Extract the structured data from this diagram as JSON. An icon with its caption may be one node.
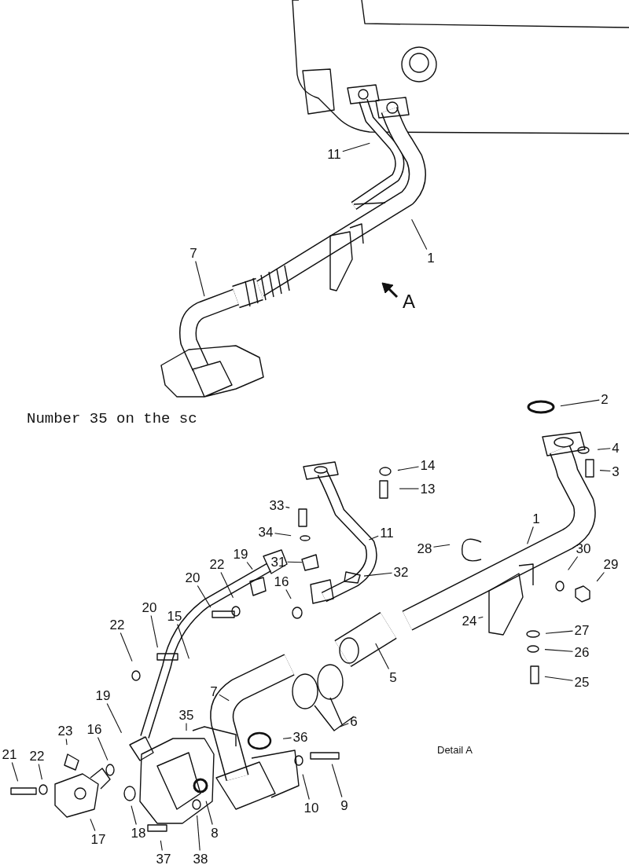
{
  "diagram": {
    "nodes": [
      {
        "text": [
          "11"
        ]
      },
      {
        "text": [
          "1"
        ]
      },
      {
        "text": [
          "7"
        ]
      },
      {
        "text": [
          "2"
        ]
      },
      {
        "text": [
          "4"
        ]
      },
      {
        "text": [
          "3"
        ]
      },
      {
        "text": [
          "14"
        ]
      },
      {
        "text": [
          "13"
        ]
      },
      {
        "text": [
          "1"
        ]
      },
      {
        "text": [
          "33"
        ]
      },
      {
        "text": [
          "34"
        ]
      },
      {
        "text": [
          "11"
        ]
      },
      {
        "text": [
          "28"
        ]
      },
      {
        "text": [
          "30"
        ]
      },
      {
        "text": [
          "29"
        ]
      },
      {
        "text": [
          "31"
        ]
      },
      {
        "text": [
          "32"
        ]
      },
      {
        "text": [
          "19"
        ]
      },
      {
        "text": [
          "22"
        ]
      },
      {
        "text": [
          "20"
        ]
      },
      {
        "text": [
          "16"
        ]
      },
      {
        "text": [
          "24"
        ]
      },
      {
        "text": [
          "27"
        ]
      },
      {
        "text": [
          "26"
        ]
      },
      {
        "text": [
          "25"
        ]
      },
      {
        "text": [
          "5"
        ]
      },
      {
        "text": [
          "6"
        ]
      },
      {
        "text": [
          "22"
        ]
      },
      {
        "text": [
          "20"
        ]
      },
      {
        "text": [
          "15"
        ]
      },
      {
        "text": [
          "19"
        ]
      },
      {
        "text": [
          "7"
        ]
      },
      {
        "text": [
          "35"
        ]
      },
      {
        "text": [
          "36"
        ]
      },
      {
        "text": [
          "23"
        ]
      },
      {
        "text": [
          "16"
        ]
      },
      {
        "text": [
          "21"
        ]
      },
      {
        "text": [
          "22"
        ]
      },
      {
        "text": [
          "10"
        ]
      },
      {
        "text": [
          "9"
        ]
      },
      {
        "text": [
          "18"
        ]
      },
      {
        "text": [
          "8"
        ]
      },
      {
        "text": [
          "17"
        ]
      },
      {
        "text": [
          "37"
        ]
      },
      {
        "text": [
          "38"
        ]
      }
    ],
    "edges": [
      {
        "from": 0,
        "to": null,
        "arrow": "none"
      },
      {
        "from": 1,
        "to": null,
        "arrow": "none"
      },
      {
        "from": 2,
        "to": null,
        "arrow": "none"
      },
      {
        "from": 3,
        "to": null,
        "arrow": "none"
      },
      {
        "from": 4,
        "to": null,
        "arrow": "none"
      },
      {
        "from": 5,
        "to": null,
        "arrow": "none"
      },
      {
        "from": 6,
        "to": null,
        "arrow": "none"
      },
      {
        "from": 7,
        "to": null,
        "arrow": "none"
      },
      {
        "from": 8,
        "to": null,
        "arrow": "none"
      },
      {
        "from": 9,
        "to": null,
        "arrow": "none"
      },
      {
        "from": 10,
        "to": null,
        "arrow": "none"
      },
      {
        "from": 11,
        "to": null,
        "arrow": "none"
      },
      {
        "from": 12,
        "to": null,
        "arrow": "none"
      },
      {
        "from": 13,
        "to": null,
        "arrow": "none"
      },
      {
        "from": 14,
        "to": null,
        "arrow": "none"
      },
      {
        "from": 15,
        "to": null,
        "arrow": "none"
      },
      {
        "from": 16,
        "to": null,
        "arrow": "none"
      },
      {
        "from": 17,
        "to": null,
        "arrow": "none"
      },
      {
        "from": 18,
        "to": null,
        "arrow": "none"
      },
      {
        "from": 19,
        "to": null,
        "arrow": "none"
      },
      {
        "from": 20,
        "to": null,
        "arrow": "none"
      },
      {
        "from": 21,
        "to": null,
        "arrow": "none"
      },
      {
        "from": 22,
        "to": null,
        "arrow": "none"
      },
      {
        "from": 23,
        "to": null,
        "arrow": "none"
      },
      {
        "from": 24,
        "to": null,
        "arrow": "none"
      },
      {
        "from": 25,
        "to": null,
        "arrow": "none"
      },
      {
        "from": 26,
        "to": null,
        "arrow": "none"
      },
      {
        "from": 27,
        "to": null,
        "arrow": "none"
      },
      {
        "from": 28,
        "to": null,
        "arrow": "none"
      },
      {
        "from": 29,
        "to": null,
        "arrow": "none"
      },
      {
        "from": 30,
        "to": null,
        "arrow": "none"
      },
      {
        "from": 31,
        "to": null,
        "arrow": "none"
      },
      {
        "from": 32,
        "to": null,
        "arrow": "none"
      },
      {
        "from": 33,
        "to": null,
        "arrow": "none"
      },
      {
        "from": 34,
        "to": null,
        "arrow": "none"
      },
      {
        "from": 35,
        "to": null,
        "arrow": "none"
      },
      {
        "from": 36,
        "to": null,
        "arrow": "none"
      },
      {
        "from": 37,
        "to": null,
        "arrow": "none"
      },
      {
        "from": 38,
        "to": null,
        "arrow": "none"
      },
      {
        "from": 39,
        "to": null,
        "arrow": "none"
      },
      {
        "from": 40,
        "to": null,
        "arrow": "none"
      },
      {
        "from": 41,
        "to": null,
        "arrow": "none"
      },
      {
        "from": 42,
        "to": null,
        "arrow": "none"
      },
      {
        "from": 43,
        "to": null,
        "arrow": "none"
      },
      {
        "from": 44,
        "to": null,
        "arrow": "none"
      }
    ],
    "labels": [
      "A",
      "Number 35 on the sc",
      "Detail A"
    ]
  }
}
